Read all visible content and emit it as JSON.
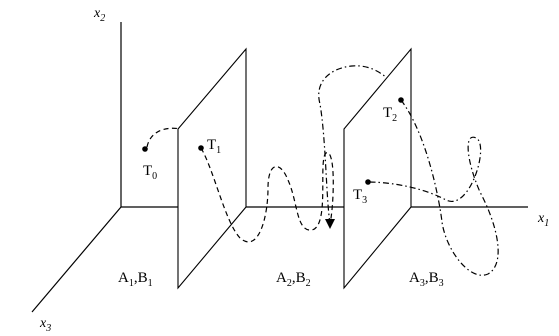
{
  "axes": {
    "x1": {
      "base": "x",
      "sub": "1"
    },
    "x2": {
      "base": "x",
      "sub": "2"
    },
    "x3": {
      "base": "x",
      "sub": "3"
    }
  },
  "points": [
    {
      "base": "T",
      "sub": "0"
    },
    {
      "base": "T",
      "sub": "1"
    },
    {
      "base": "T",
      "sub": "2"
    },
    {
      "base": "T",
      "sub": "3"
    }
  ],
  "regions": [
    {
      "a": "A",
      "a_sub": "1",
      "sep": ",",
      "b": "B",
      "b_sub": "1"
    },
    {
      "a": "A",
      "a_sub": "2",
      "sep": ",",
      "b": "B",
      "b_sub": "2"
    },
    {
      "a": "A",
      "a_sub": "3",
      "sep": ",",
      "b": "B",
      "b_sub": "3"
    }
  ]
}
